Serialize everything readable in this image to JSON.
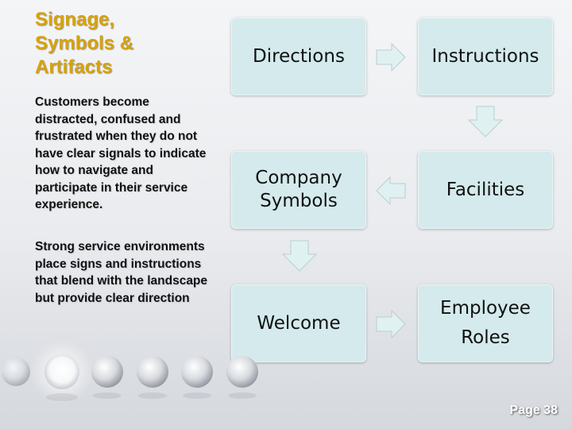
{
  "title": "Signage, Symbols & Artifacts",
  "paragraphs": [
    "Customers become distracted, confused and frustrated when they do not have clear signals to indicate how to navigate and participate in their service experience.",
    "Strong service environments place signs and instructions that blend with the landscape but provide clear direction"
  ],
  "flow": {
    "directions": "Directions",
    "instructions": "Instructions",
    "company_line1": "Company",
    "company_line2": "Symbols",
    "facilities": "Facilities",
    "welcome": "Welcome",
    "employee_line1": "Employee",
    "employee_line2": "Roles"
  },
  "page_label": "Page 38",
  "colors": {
    "title": "#d9a200",
    "box_fill": "#d4eaec",
    "arrow_fill": "#dff1f1"
  }
}
